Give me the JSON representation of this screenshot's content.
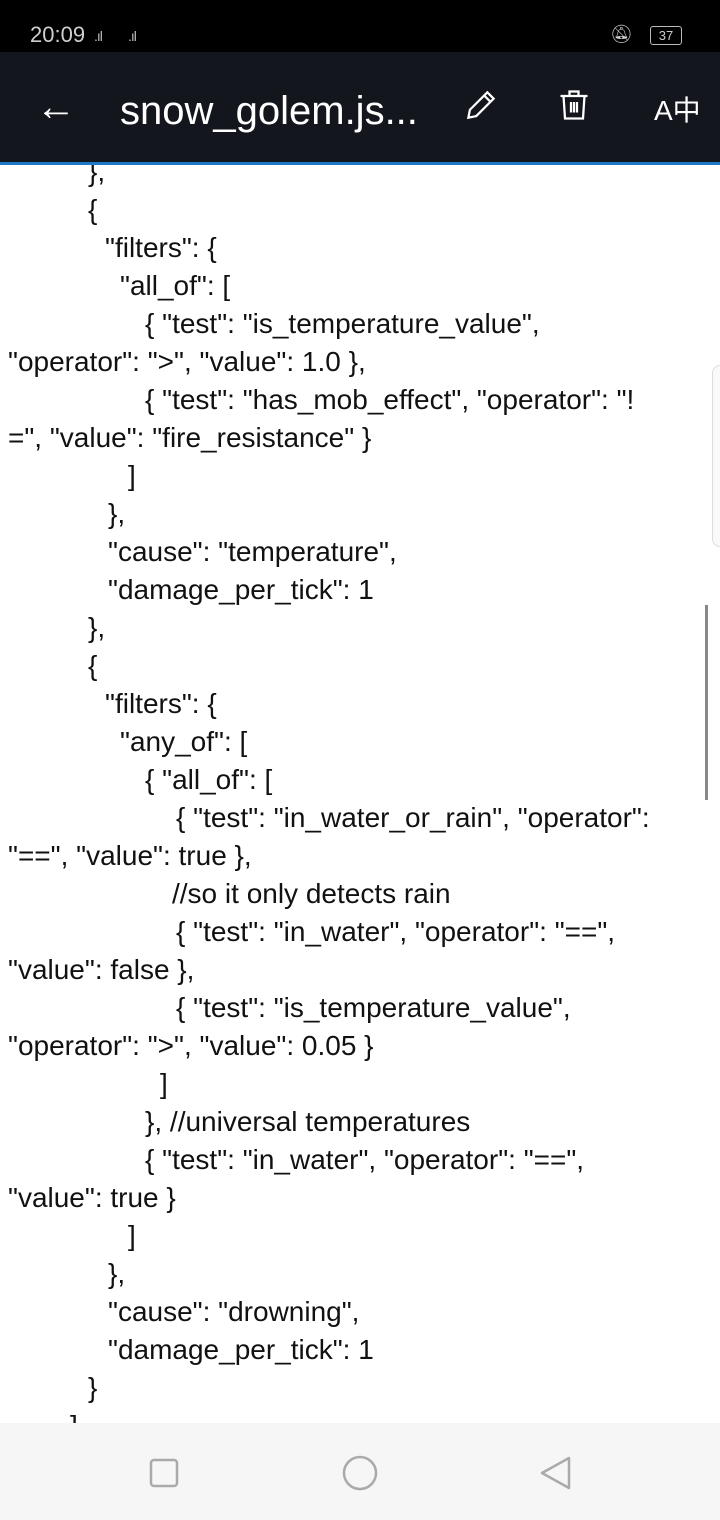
{
  "status_bar": {
    "time": "20:09",
    "signal1": ".ıl",
    "signal2": ".ıl",
    "battery": "37"
  },
  "header": {
    "title": "snow_golem.js..."
  },
  "icons": {
    "back": "arrow-left-icon",
    "edit": "pencil-icon",
    "delete": "trash-icon",
    "translate": "translate-icon"
  },
  "code_lines": [
    "},",
    "{",
    "\"filters\": {",
    "\"all_of\": [",
    "{ \"test\": \"is_temperature_value\",",
    "\"operator\": \">\", \"value\": 1.0 },",
    "{ \"test\": \"has_mob_effect\", \"operator\": \"!",
    "=\", \"value\": \"fire_resistance\" }",
    "]",
    "},",
    "\"cause\": \"temperature\",",
    "\"damage_per_tick\": 1",
    "},",
    "{",
    "\"filters\": {",
    "\"any_of\": [",
    "{ \"all_of\": [",
    "{ \"test\": \"in_water_or_rain\", \"operator\":",
    "\"==\", \"value\": true },",
    "//so it only detects rain",
    "{ \"test\": \"in_water\", \"operator\": \"==\",",
    "\"value\": false },",
    "{ \"test\": \"is_temperature_value\",",
    "\"operator\": \">\", \"value\": 0.05 }",
    "]",
    "}, //universal temperatures",
    "{ \"test\": \"in_water\", \"operator\": \"==\",",
    "\"value\": true }",
    "]",
    "},",
    "\"cause\": \"drowning\",",
    "\"damage_per_tick\": 1",
    "}",
    "]"
  ],
  "colors": {
    "header_bg": "#13161d",
    "accent": "#1e78c8",
    "nav_bg": "#f6f6f6"
  }
}
